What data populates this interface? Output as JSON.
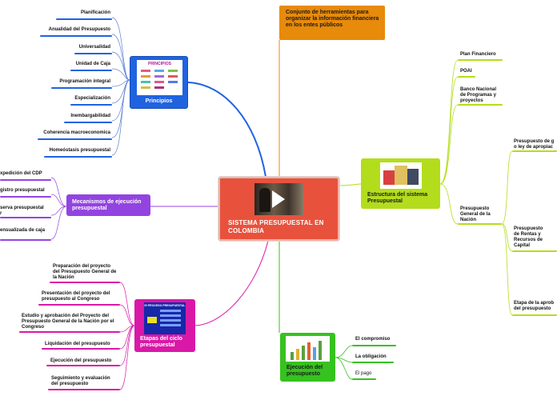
{
  "central": {
    "title": "SISTEMA PRESUPUESTAL EN COLOMBIA",
    "icon": "play-icon"
  },
  "principios": {
    "label": "Principios",
    "thumb_title": "PRINCIPIOS",
    "color": "#1f63e0",
    "items": [
      "Planificación",
      "Anualidad del Presupuesto",
      "Universalidad",
      "Unidad de Caja",
      "Programación integral",
      "Especialización",
      "Inembargabilidad",
      "Coherencia macroeconomica",
      "Homeóstasis presupuestal"
    ]
  },
  "herramientas": {
    "label": "Conjunto de herramientas para organizar la información financiera en los entes públicos",
    "color": "#e88a0a"
  },
  "mecanismos": {
    "label": "Mecanismos de ejecución presupuestal",
    "color": "#9344e0",
    "items": [
      "xpedición del CDP",
      "gistro presupuestal",
      "serva presupuestal\nr",
      "ensualizada de caja"
    ]
  },
  "estructura": {
    "label": "Estructura del sistema Presupuestal",
    "color": "#b3dd1c",
    "items": [
      "Plan Financiero",
      "POAI",
      "Banco Nacional de Programas y proyectos",
      "Presupuesto General de la Nación"
    ],
    "sub_items": [
      "Presupuesto de g o ley de apropiac",
      "Presupuesto de Rentas y Recursos de Capital",
      "Etapa de la aprob del presupuesto"
    ]
  },
  "etapas": {
    "label": "Etapas del ciclo presupuestal",
    "thumb_title": "El PROCESO PRESUPUESTAL",
    "color": "#d918a8",
    "items": [
      "Preparación del proyecto del Presupuesto General de la Nación",
      "Presentación del proyecto del presupuesto al Congreso",
      "Estudio y aprobación del Proyecto del Presupuesto General de la Nación por el Congreso",
      "Liquidación del presupuesto",
      "Ejecución del presupuesto",
      "Seguimiento y evaluación del presupuesto"
    ]
  },
  "ejecucion": {
    "label": "Ejecución del presupuesto",
    "color": "#36c21f",
    "items": [
      "El compromiso",
      "La obligación",
      "El pago"
    ]
  }
}
